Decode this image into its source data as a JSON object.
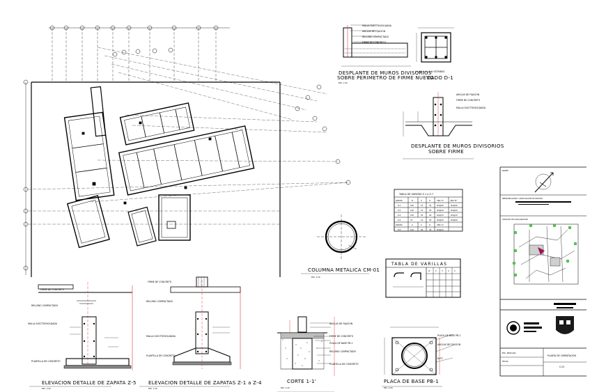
{
  "colors": {
    "line": "#000000",
    "dim_red": "#d9141e",
    "ink": "#1a1a1a",
    "hatch": "#8c8c8c",
    "accent": "#a0115a"
  },
  "titles": {
    "desplante_perimetro": "DESPLANTE DE MUROS DIVISORIOS",
    "desplante_perimetro_2": "SOBRE PERIMETRO DE FIRME NUEVO",
    "dado": "DADO D-1",
    "dado_sub": "(-) 4/# Y (-) #/# ESTRIBOS",
    "desplante_firme": "DESPLANTE DE MUROS DIVISORIOS",
    "desplante_firme_2": "SOBRE FIRME",
    "columna": "COLUMNA METALICA CM-01",
    "tabla_varillas": "TABLA DE VARILLAS",
    "zapata_z5": "ELEVACION DETALLE DE ZAPATA Z-5",
    "zapatas_z1_z4": "ELEVACION DETALLE DE ZAPATAS Z-1 a Z-4",
    "corte": "CORTE 1-1'",
    "placa": "PLACA DE BASE PB-1",
    "plano": "PLANTA DE CIMENTACION"
  },
  "tabla_zapatas": {
    "title": "TABLA DE ZAPATAS Z-1 a Z-7",
    "headers": [
      "ZAPATA",
      "B",
      "h",
      "H",
      "VRS.\"A\"",
      "VRS.\"B\""
    ],
    "rows": [
      [
        "Z-1",
        "100",
        "15",
        "30",
        "#4@20",
        "#4@20"
      ],
      [
        "Z-2",
        "120",
        "15",
        "30",
        "#4@20",
        "#4@20"
      ],
      [
        "Z-3",
        "150",
        "20",
        "40",
        "#4@15",
        "#4@15"
      ],
      [
        "Z-4",
        "75",
        "15",
        "30",
        "#4@20",
        "#4@20"
      ]
    ],
    "headers2": [
      "ZAPATA",
      "A",
      "C",
      "D",
      "VRS.\"A\""
    ],
    "rows2": [
      [
        "Z-5",
        "120",
        "60",
        "30",
        "#4@15"
      ]
    ]
  },
  "tabla_varillas_cols": [
    "#",
    "2",
    "3",
    "4",
    "5",
    "6"
  ],
  "notes": {
    "escala": "ESC. 1:20",
    "firme": "FIRME DE CONCRETO",
    "relleno": "RELLENO COMPACTADO",
    "plantilla": "PLANTILLA DE CONCRETO",
    "malla": "MALLA ELECTROSOLDADA",
    "anclas": "ANCLAS DE FIJACION",
    "placa_base": "PLACA DE BASE PB-1",
    "nivel": "N.P.T."
  },
  "title_block": {
    "label_norte": "NORTE",
    "label_localizacion": "CROQUIS DE LOCALIZACION",
    "project_line": "REMODELACION Y ADECUACION DE EDIFICIO",
    "plano_label": "PLANTA DE CIMENTACION",
    "clave": "C-01",
    "escala": "ESC. INDICADA",
    "fecha": "FECHA"
  }
}
